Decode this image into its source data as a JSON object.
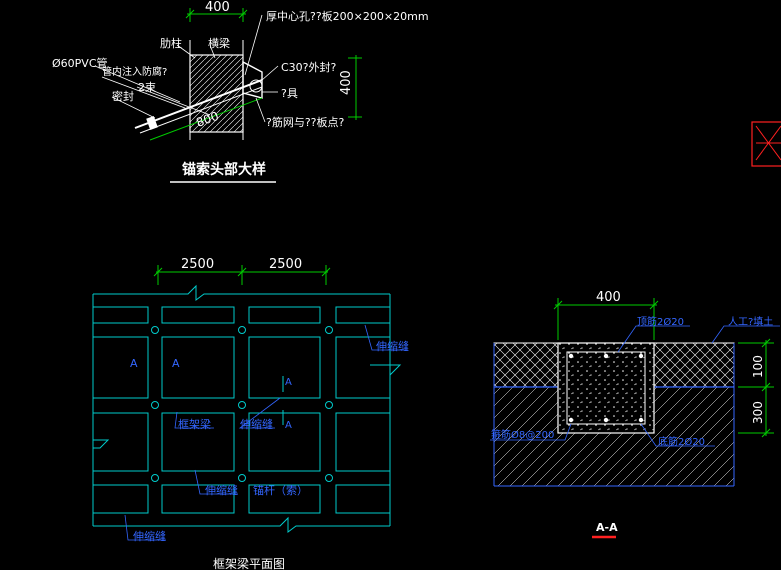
{
  "colors": {
    "background": "#000000",
    "dim_line": "#00cc00",
    "text_main": "#ffffff",
    "frame": "#00cccc",
    "label_blue": "#3366ff",
    "hatch": "#ffffff",
    "red": "#ff2020"
  },
  "detail": {
    "dim_top": "400",
    "dim_right": "400",
    "dim_diag": "800",
    "title": "锚索头部大样",
    "labels": {
      "plate": "厚中心孔??板200×200×20mm",
      "column": "肋柱",
      "beam": "横梁",
      "pvc": "Ø60PVC管",
      "grout": "管内注入防腐?",
      "concrete": "C30?外封?",
      "seal": "密封",
      "tendon": "2束",
      "anchor": "?具",
      "rebar": "?筋网与??板点?"
    }
  },
  "plan": {
    "dim_left": "2500",
    "dim_right": "2500",
    "title": "框架梁平面图",
    "section_marks": [
      "A",
      "A",
      "A",
      "A"
    ],
    "labels": {
      "beam_label": "框架梁",
      "drain_1": "伸缩缝",
      "drain_2": "伸缩缝",
      "drain_3": "伸缩缝",
      "anchor_label": "锚杆（索）",
      "drain_4": "伸缩缝"
    }
  },
  "section": {
    "dim_top": "400",
    "dim_right_top": "100",
    "dim_right_bottom": "300",
    "title": "A-A",
    "labels": {
      "top_rebar": "顶筋2Ø20",
      "fill": "人工?填土",
      "stirrup": "箍筋Ø8@200",
      "bottom_rebar": "底筋2Ø20"
    }
  }
}
